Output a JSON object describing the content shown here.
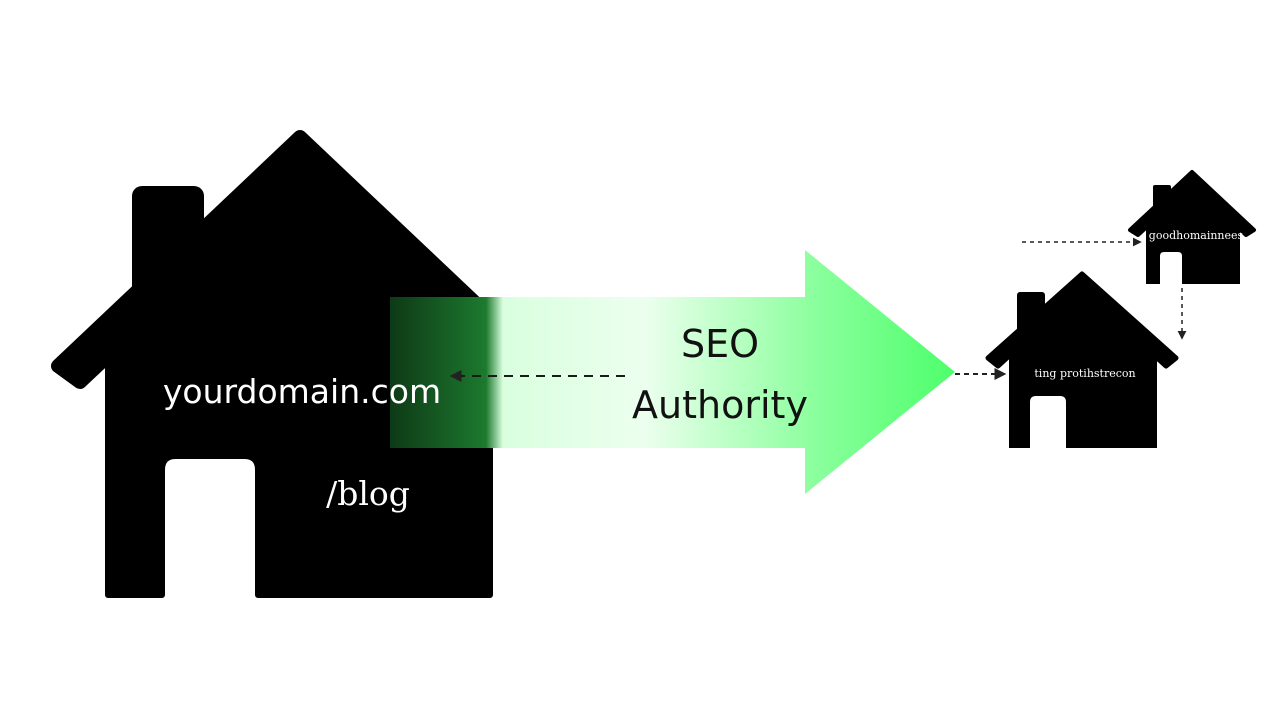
{
  "main_house": {
    "domain_label": "yourdomain.com",
    "path_label": "/blog"
  },
  "arrow": {
    "label_line1": "SEO",
    "label_line2": "Authority"
  },
  "small_houses": [
    {
      "label": "goodhomainnees"
    },
    {
      "label": "ting protihstrecon"
    }
  ],
  "colors": {
    "house": "#000000",
    "arrow_bright": "#4dff6b",
    "arrow_fade": "#e6ffe9",
    "background": "#ffffff",
    "connector": "#222222"
  }
}
